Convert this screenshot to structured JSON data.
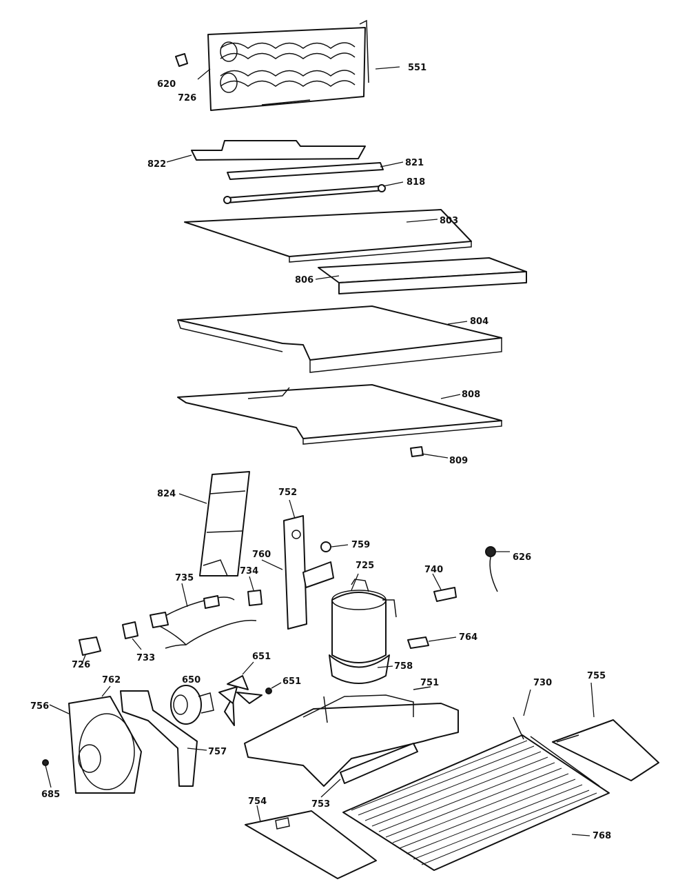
{
  "labels": {
    "l620": "620",
    "l726a": "726",
    "l551": "551",
    "l822": "822",
    "l821": "821",
    "l818": "818",
    "l803": "803",
    "l806": "806",
    "l804": "804",
    "l808": "808",
    "l809": "809",
    "l824": "824",
    "l752": "752",
    "l760": "760",
    "l759": "759",
    "l725": "725",
    "l740": "740",
    "l626": "626",
    "l735": "735",
    "l734": "734",
    "l764": "764",
    "l733": "733",
    "l726b": "726",
    "l758": "758",
    "l751": "751",
    "l651a": "651",
    "l651b": "651",
    "l650": "650",
    "l762": "762",
    "l756": "756",
    "l757": "757",
    "l730": "730",
    "l755": "755",
    "l685": "685",
    "l753": "753",
    "l754": "754",
    "l768": "768"
  },
  "colors": {
    "ink": "#111111",
    "paper": "#ffffff"
  }
}
